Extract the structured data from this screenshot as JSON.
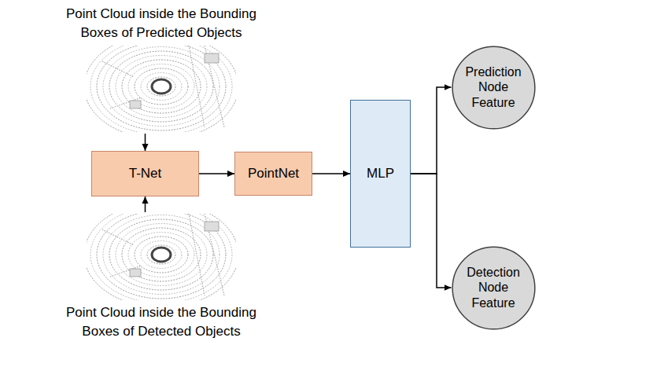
{
  "diagram": {
    "nodes": [
      {
        "text": [
          "Point Cloud inside the Bounding Boxes of Predicted Objects"
        ]
      },
      {
        "text": [
          "T-Net"
        ]
      },
      {
        "text": [
          "PointNet"
        ]
      },
      {
        "text": [
          "MLP"
        ]
      },
      {
        "text": [
          "Prediction Node Feature"
        ]
      },
      {
        "text": [
          "Detection Node Feature"
        ]
      },
      {
        "text": [
          "Point Cloud inside the Bounding Boxes of Detected Objects"
        ]
      }
    ],
    "edges": [
      {
        "from": 0,
        "to": 1,
        "arrow": "to"
      },
      {
        "from": 6,
        "to": 1,
        "arrow": "to"
      },
      {
        "from": 1,
        "to": 2,
        "arrow": "to"
      },
      {
        "from": 2,
        "to": 3,
        "arrow": "to"
      },
      {
        "from": 3,
        "to": 4,
        "arrow": "to"
      },
      {
        "from": 3,
        "to": 5,
        "arrow": "to"
      }
    ]
  }
}
